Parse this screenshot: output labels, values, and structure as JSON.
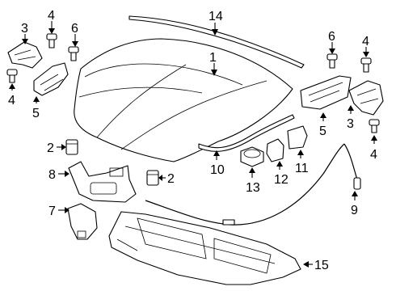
{
  "diagram": {
    "callouts": [
      {
        "id": "c1",
        "number": "1"
      },
      {
        "id": "c2a",
        "number": "2"
      },
      {
        "id": "c2b",
        "number": "2"
      },
      {
        "id": "c3a",
        "number": "3"
      },
      {
        "id": "c3b",
        "number": "3"
      },
      {
        "id": "c4a",
        "number": "4"
      },
      {
        "id": "c4b",
        "number": "4"
      },
      {
        "id": "c4c",
        "number": "4"
      },
      {
        "id": "c4d",
        "number": "4"
      },
      {
        "id": "c5a",
        "number": "5"
      },
      {
        "id": "c5b",
        "number": "5"
      },
      {
        "id": "c6a",
        "number": "6"
      },
      {
        "id": "c6b",
        "number": "6"
      },
      {
        "id": "c7",
        "number": "7"
      },
      {
        "id": "c8",
        "number": "8"
      },
      {
        "id": "c9",
        "number": "9"
      },
      {
        "id": "c10",
        "number": "10"
      },
      {
        "id": "c11",
        "number": "11"
      },
      {
        "id": "c12",
        "number": "12"
      },
      {
        "id": "c13",
        "number": "13"
      },
      {
        "id": "c14",
        "number": "14"
      },
      {
        "id": "c15",
        "number": "15"
      }
    ]
  }
}
